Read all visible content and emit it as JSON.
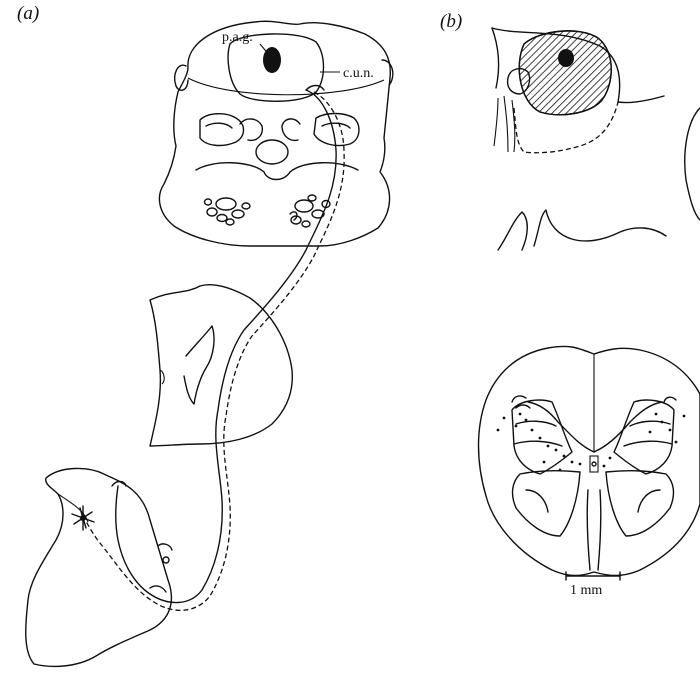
{
  "panels": {
    "a": {
      "label": "(a)"
    },
    "b": {
      "label": "(b)"
    }
  },
  "annotations": {
    "pag": "p.a.g.",
    "cun": "c.u.n."
  },
  "scale_bar": {
    "label": "1 mm"
  },
  "colors": {
    "ink": "#111111",
    "background": "#ffffff"
  }
}
